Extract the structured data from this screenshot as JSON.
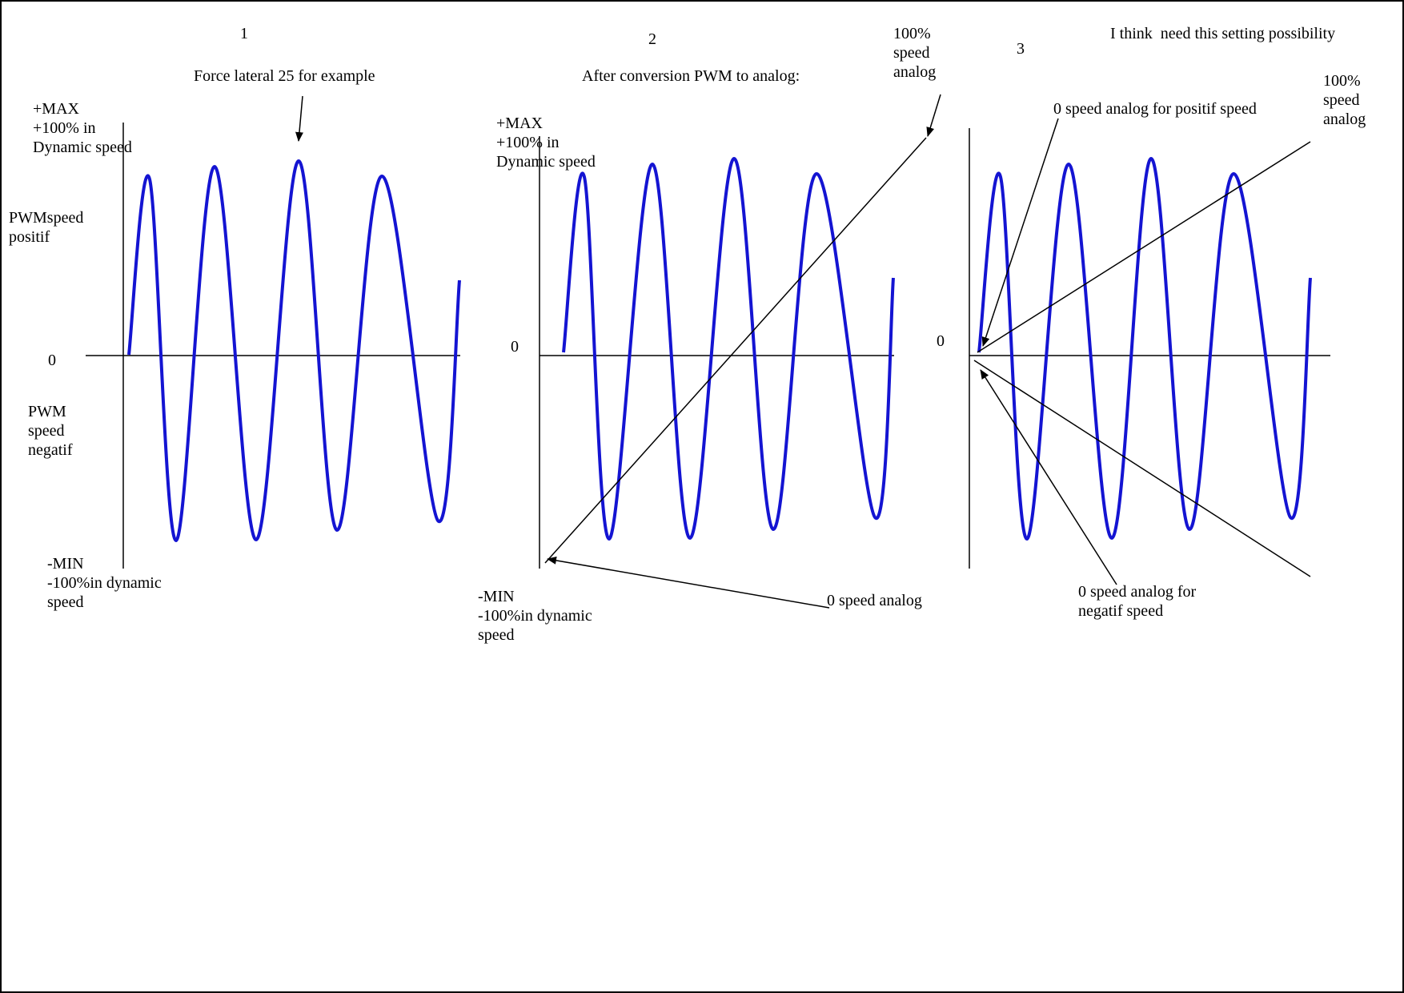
{
  "panels": [
    {
      "number": "1",
      "title": "Force lateral 25 for example",
      "max_label": "+MAX\n+100% in\nDynamic speed",
      "zero_label": "0",
      "min_label": "-MIN\n-100%in dynamic\nspeed",
      "positive_label": "PWMspeed\npositif",
      "negative_label": "PWM\nspeed\nnegatif"
    },
    {
      "number": "2",
      "title": "After conversion PWM to analog:",
      "max_label": "+MAX\n+100% in\nDynamic speed",
      "zero_label": "0",
      "min_label": "-MIN\n-100%in dynamic\nspeed",
      "top_note": "100%\nspeed\nanalog",
      "zero_note": "0 speed analog"
    },
    {
      "number": "3",
      "title": "I think  need this setting possibility",
      "zero_label": "0",
      "top_note": "100%\nspeed\nanalog",
      "positive_zero_note": "0 speed analog for positif speed",
      "negative_zero_note": "0 speed analog for\nnegatif speed"
    }
  ],
  "colors": {
    "waveform": "#1414d2",
    "lines": "#000000",
    "background": "#ffffff"
  }
}
